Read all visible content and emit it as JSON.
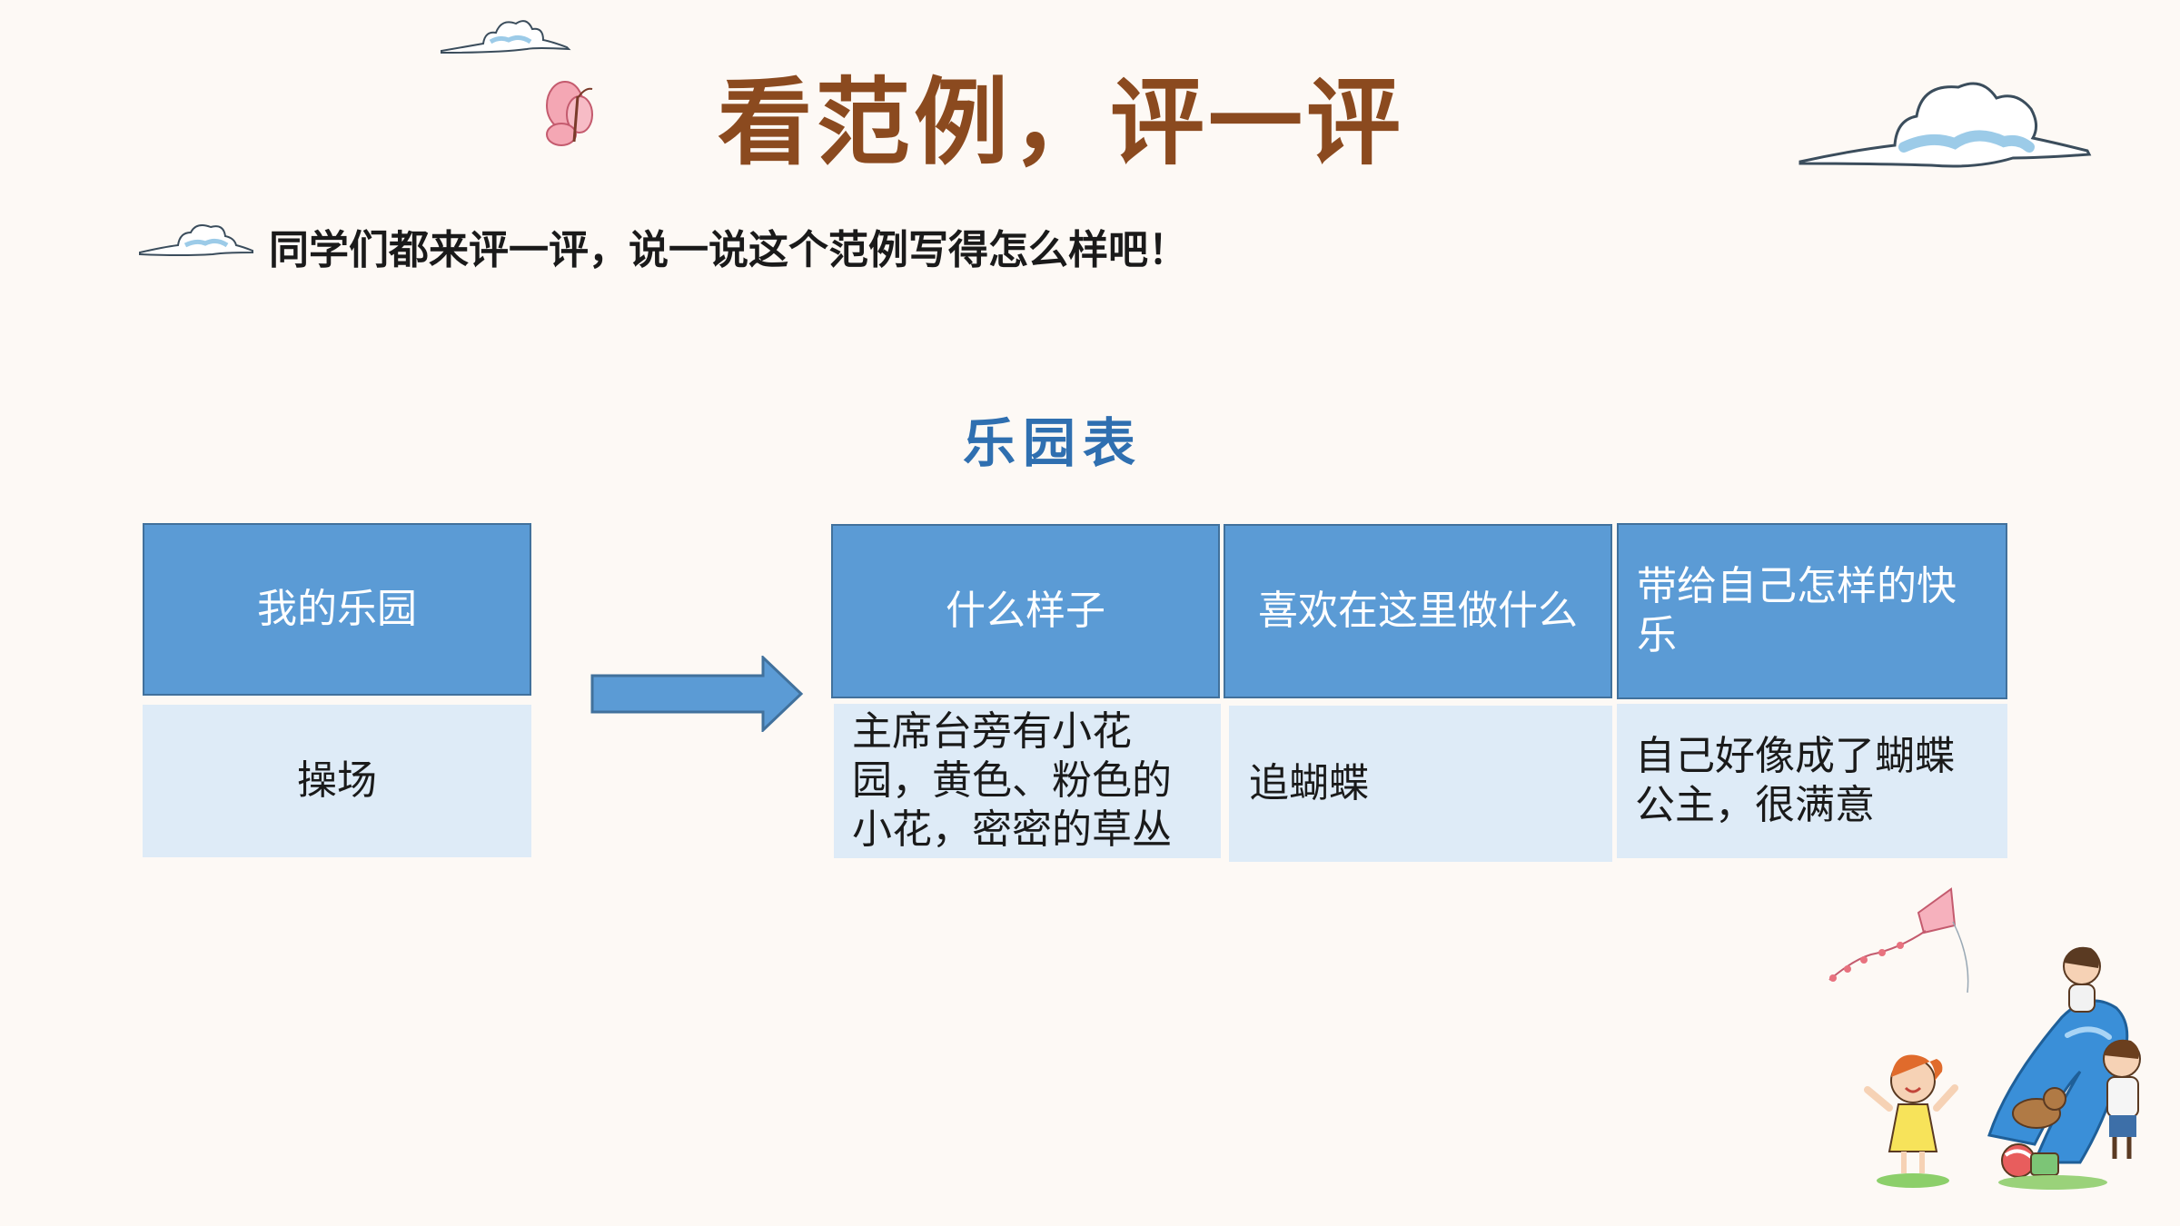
{
  "title": "看范例，评一评",
  "subtitle": "同学们都来评一评，说一说这个范例写得怎么样吧！",
  "table": {
    "title": "乐园表",
    "left": {
      "header": "我的乐园",
      "value": "操场"
    },
    "columns": [
      {
        "header": "什么样子",
        "value": "主席台旁有小花园，黄色、粉色的小花，密密的草丛"
      },
      {
        "header": "喜欢在这里做什么",
        "value": "追蝴蝶"
      },
      {
        "header": "带给自己怎样的快乐",
        "value": "自己好像成了蝴蝶公主，很满意"
      }
    ]
  },
  "colors": {
    "header_fill": "#5b9bd5",
    "header_border": "#41719c",
    "body_fill": "#deebf7",
    "title_color": "#8b4a1f",
    "table_title_color": "#2f6fb0",
    "background": "#fdf9f5"
  },
  "icons": {
    "decorations": [
      "cloud-icon",
      "butterfly-icon",
      "kite-icon",
      "children-slide-illustration"
    ]
  }
}
